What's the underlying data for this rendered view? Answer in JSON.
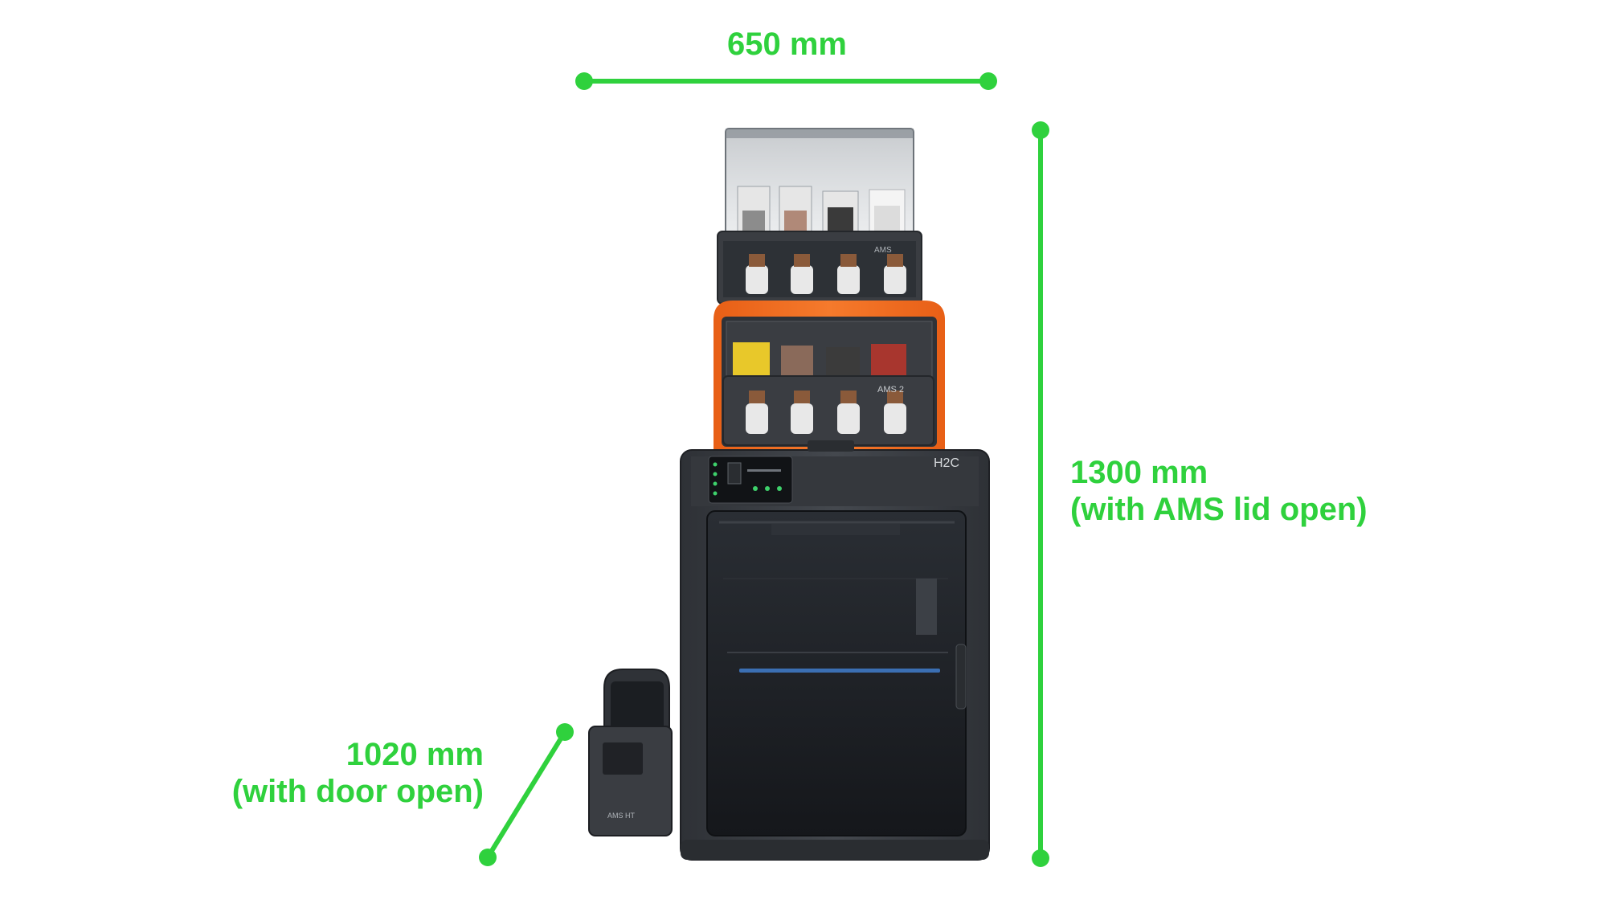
{
  "dimensions": {
    "width": {
      "value": "650 mm"
    },
    "height": {
      "value": "1300 mm",
      "note": "(with AMS lid open)"
    },
    "depth": {
      "value": "1020 mm",
      "note": "(with door open)"
    }
  },
  "printer": {
    "model_badge": "H2C",
    "upper_ams_label": "AMS",
    "lower_ams_label": "AMS 2",
    "ams_ht_label": "AMS HT"
  },
  "colors": {
    "accent": "#2fd13d",
    "printer_body": "#3c3f44",
    "ams_frame_orange": "#ef6a1f",
    "window_tint": "#1c1f24"
  }
}
